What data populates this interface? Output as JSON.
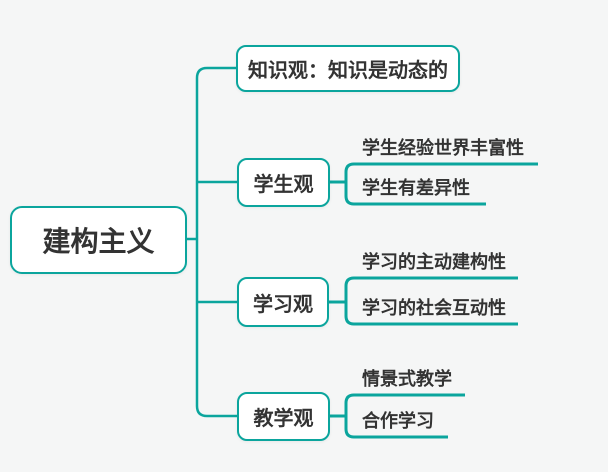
{
  "canvas": {
    "background_color": "#f5f6f6",
    "accent_color": "#0ba59d",
    "text_color": "#333333"
  },
  "root": {
    "label": "建构主义"
  },
  "branches": [
    {
      "label": "知识观：知识是动态的",
      "children": []
    },
    {
      "label": "学生观",
      "children": [
        {
          "label": "学生经验世界丰富性"
        },
        {
          "label": "学生有差异性"
        }
      ]
    },
    {
      "label": "学习观",
      "children": [
        {
          "label": "学习的主动建构性"
        },
        {
          "label": "学习的社会互动性"
        }
      ]
    },
    {
      "label": "教学观",
      "children": [
        {
          "label": "情景式教学"
        },
        {
          "label": "合作学习"
        }
      ]
    }
  ]
}
